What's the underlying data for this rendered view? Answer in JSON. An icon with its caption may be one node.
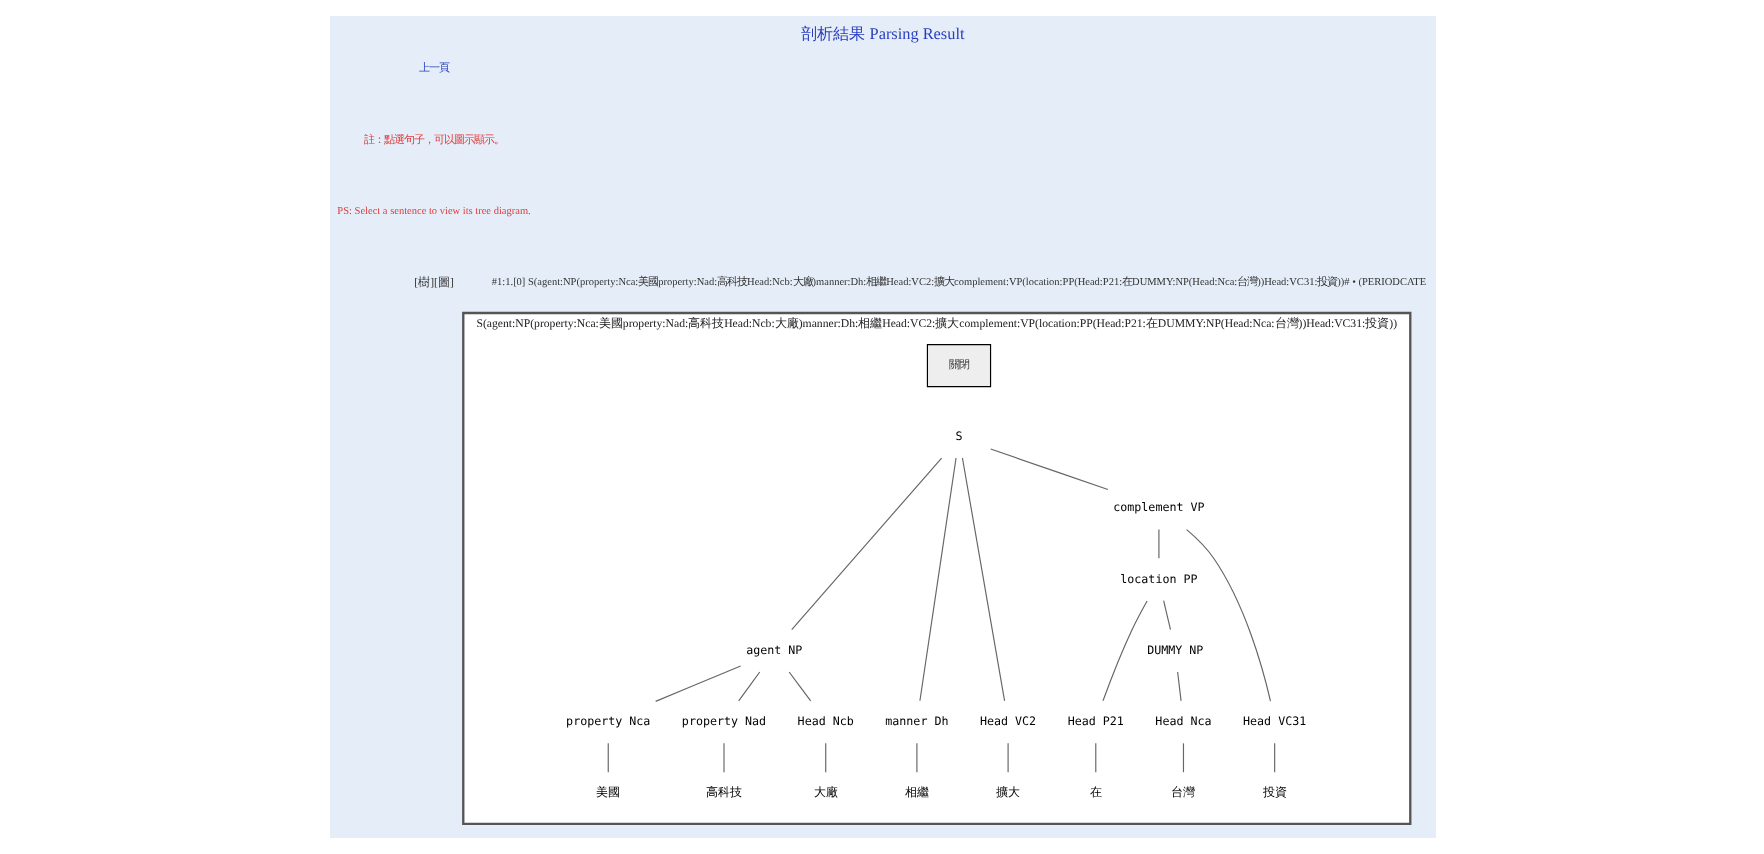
{
  "diagram": {
    "title": "剖析結果 Parsing Result",
    "nodes": [
      {
        "text": [
          "S(agent:NP(property:Nca:美國property:Nad:高科技Head:Ncb:大廠)manner:Dh:相繼Head:VC2:擴大complement:VP(location:PP(Head:P21:在DUMMY:NP(Head:Nca:台灣))Head:VC31:投資))"
        ]
      },
      {
        "text": [
          "S"
        ],
        "in": 0
      },
      {
        "text": [
          "agent NP"
        ],
        "in": 0
      },
      {
        "text": [
          "manner Dh"
        ],
        "in": 0
      },
      {
        "text": [
          "Head VC2"
        ],
        "in": 0
      },
      {
        "text": [
          "complement VP"
        ],
        "in": 0
      },
      {
        "text": [
          "property Nca"
        ],
        "in": 0
      },
      {
        "text": [
          "property Nad"
        ],
        "in": 0
      },
      {
        "text": [
          "Head Ncb"
        ],
        "in": 0
      },
      {
        "text": [
          "location PP"
        ],
        "in": 0
      },
      {
        "text": [
          "Head VC31"
        ],
        "in": 0
      },
      {
        "text": [
          "Head P21"
        ],
        "in": 0
      },
      {
        "text": [
          "DUMMY NP"
        ],
        "in": 0
      },
      {
        "text": [
          "Head Nca"
        ],
        "in": 0
      },
      {
        "text": [
          "美國"
        ],
        "in": 0
      },
      {
        "text": [
          "高科技"
        ],
        "in": 0
      },
      {
        "text": [
          "大廠"
        ],
        "in": 0
      },
      {
        "text": [
          "相繼"
        ],
        "in": 0
      },
      {
        "text": [
          "擴大"
        ],
        "in": 0
      },
      {
        "text": [
          "在"
        ],
        "in": 0
      },
      {
        "text": [
          "台灣"
        ],
        "in": 0
      },
      {
        "text": [
          "投資"
        ],
        "in": 0
      }
    ],
    "edges": [
      {
        "from": 1,
        "to": 2,
        "arrow": "none"
      },
      {
        "from": 1,
        "to": 3,
        "arrow": "none"
      },
      {
        "from": 1,
        "to": 4,
        "arrow": "none"
      },
      {
        "from": 1,
        "to": 5,
        "arrow": "none"
      },
      {
        "from": 2,
        "to": 6,
        "arrow": "none"
      },
      {
        "from": 2,
        "to": 7,
        "arrow": "none"
      },
      {
        "from": 2,
        "to": 8,
        "arrow": "none"
      },
      {
        "from": 5,
        "to": 9,
        "arrow": "none"
      },
      {
        "from": 5,
        "to": 10,
        "arrow": "none"
      },
      {
        "from": 9,
        "to": 11,
        "arrow": "none"
      },
      {
        "from": 9,
        "to": 12,
        "arrow": "none"
      },
      {
        "from": 12,
        "to": 13,
        "arrow": "none"
      },
      {
        "from": 6,
        "to": 14,
        "arrow": "none"
      },
      {
        "from": 7,
        "to": 15,
        "arrow": "none"
      },
      {
        "from": 8,
        "to": 16,
        "arrow": "none"
      },
      {
        "from": 3,
        "to": 17,
        "arrow": "none"
      },
      {
        "from": 4,
        "to": 18,
        "arrow": "none"
      },
      {
        "from": 11,
        "to": 19,
        "arrow": "none"
      },
      {
        "from": 13,
        "to": 20,
        "arrow": "none"
      },
      {
        "from": 10,
        "to": 21,
        "arrow": "none"
      }
    ],
    "labels": [
      "上一頁",
      "註：點選句子，可以圖示顯示。",
      "PS: Select a sentence to view its tree diagram.",
      "[樹][圖]",
      "#1:1.[0] S(agent:NP(property:Nca:美國property:Nad:高科技Head:Ncb:大廠)manner:Dh:相繼Head:VC2:擴大complement:VP(location:PP(Head:P21:在DUMMY:NP(Head:Nca:台灣))Head:VC31:投資))# • (PERIODCATE",
      "關閉"
    ]
  }
}
